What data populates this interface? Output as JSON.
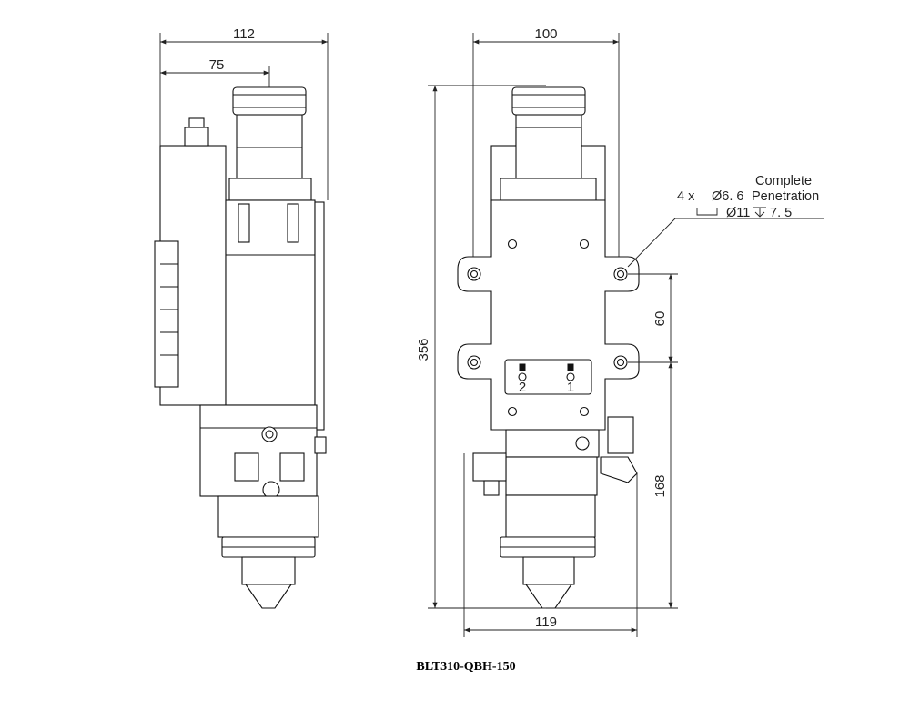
{
  "caption": "BLT310-QBH-150",
  "dimensions": {
    "side_width": "112",
    "side_offset": "75",
    "front_width": "100",
    "total_height": "356",
    "hole_spacing": "60",
    "lower_height": "168",
    "bottom_width": "119"
  },
  "hole_callout": {
    "line1": "Complete",
    "count": "4 x",
    "diameter": "Ø6. 6",
    "penetration": "Penetration",
    "counterbore": "Ø11",
    "depth": "7. 5"
  },
  "panel_labels": {
    "left_mark": "2",
    "right_mark": "1"
  }
}
